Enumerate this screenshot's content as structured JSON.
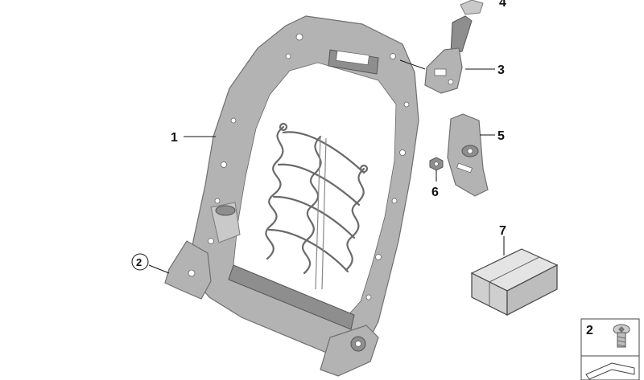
{
  "callouts": {
    "c1": "1",
    "c2": "2",
    "c3": "3",
    "c4": "4",
    "c5": "5",
    "c6": "6",
    "c7": "7"
  },
  "legend_box": {
    "label": "2"
  },
  "colors": {
    "part_fill": "#b3b3b3",
    "part_stroke": "#6f6f6f",
    "line": "#111111",
    "background": "#ffffff"
  }
}
